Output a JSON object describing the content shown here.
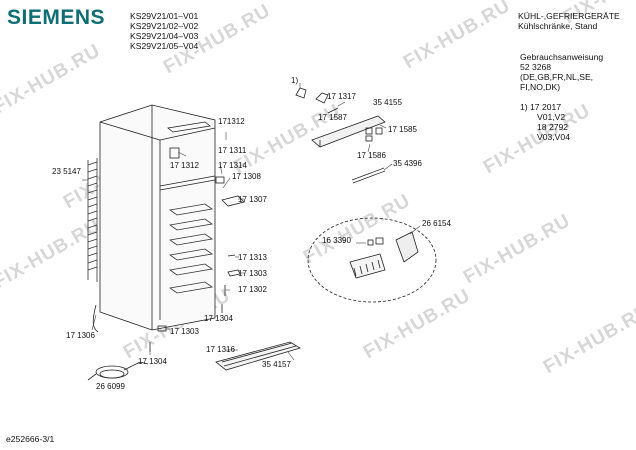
{
  "header": {
    "brand": "SIEMENS",
    "models": [
      "KS29V21/01–V01",
      "KS29V21/02–V02",
      "KS29V21/04–V03",
      "KS29V21/05–V04"
    ],
    "category_line1": "KÜHL-,GEFRIERGERÄTE",
    "category_line2": "Kühlschränke, Stand"
  },
  "info": {
    "manual_label": "Gebrauchsanweisung",
    "manual_number": "52 3268",
    "languages_line1": "(DE,GB,FR,NL,SE,",
    "languages_line2": "FI,NO,DK)",
    "note1_ref": "1) 17 2017",
    "note1_versions": "V01,V2",
    "note2_ref": "18 2792",
    "note2_versions": "V03,V04"
  },
  "parts": {
    "p235147": "23 5147",
    "p171312a": "171312",
    "p171312b": "17 1312",
    "p171311": "17 1311",
    "p171314": "17 1314",
    "p171308": "17 1308",
    "p171307": "17 1307",
    "p171313": "17 1313",
    "p171303a": "17 1303",
    "p171302": "17 1302",
    "p171304a": "17 1304",
    "p171306": "17 1306",
    "p171303b": "17 1303",
    "p171304b": "17 1304",
    "p266099": "26 6099",
    "p171316": "17 1316",
    "p354157": "35 4157",
    "p1": "1)",
    "p171317": "17 1317",
    "p171587": "17 1587",
    "p354155": "35 4155",
    "p171585": "17 1585",
    "p171586": "17 1586",
    "p354396": "35 4396",
    "p266154": "26 6154",
    "p163390": "16 3390"
  },
  "footer": {
    "code": "e252666-3/1"
  },
  "watermark": {
    "text": "FIX-HUB.RU",
    "color": "#d7d7d7"
  }
}
